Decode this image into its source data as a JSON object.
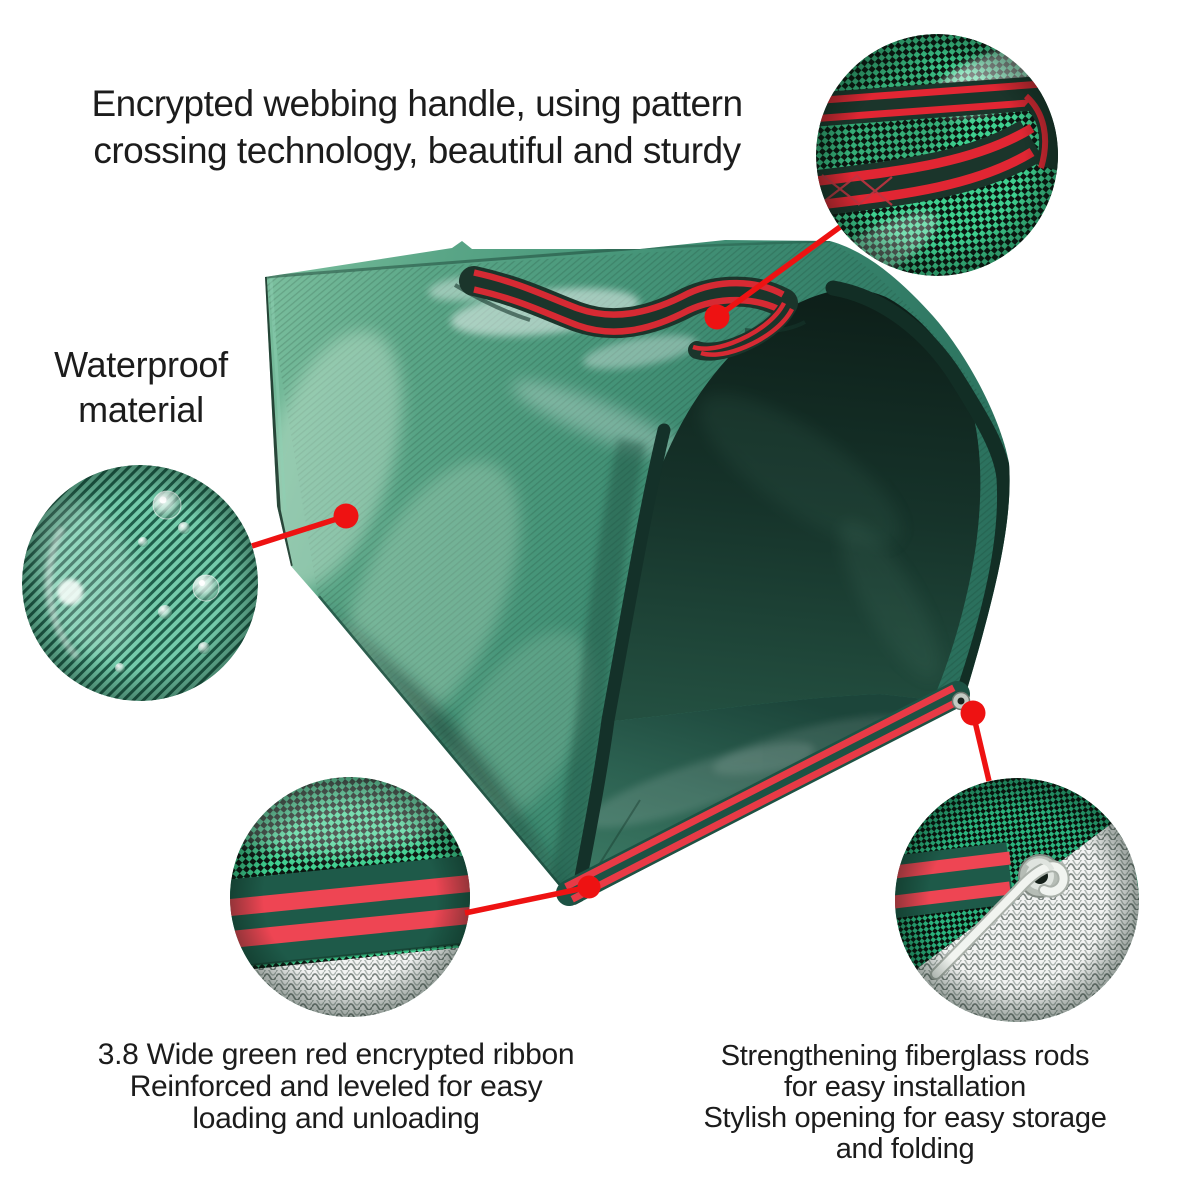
{
  "annotations": {
    "handle": {
      "text": "Encrypted webbing handle, using pattern\ncrossing technology, beautiful and sturdy"
    },
    "waterproof": {
      "text": "Waterproof\nmaterial"
    },
    "ribbon": {
      "text": "3.8 Wide green red encrypted ribbon\nReinforced and leveled for easy\nloading and unloading"
    },
    "rods": {
      "text": "Strengthening fiberglass rods\nfor easy installation\nStylish opening for easy storage\nand folding"
    }
  },
  "colors": {
    "accent_red": "#ee1212",
    "text": "#1c1c1c",
    "bag_green_light": "#7bbf9e",
    "bag_green": "#459478",
    "bag_green_dark": "#1c453a",
    "interior_dark": "#12291f",
    "webbing_dark": "#1b352b",
    "webbing_red": "#d62a33",
    "ribbon_green": "#1d5244",
    "ribbon_red": "#e83a46",
    "checker_green": "#3ecf8f",
    "mesh_white": "#f2f3f2"
  }
}
